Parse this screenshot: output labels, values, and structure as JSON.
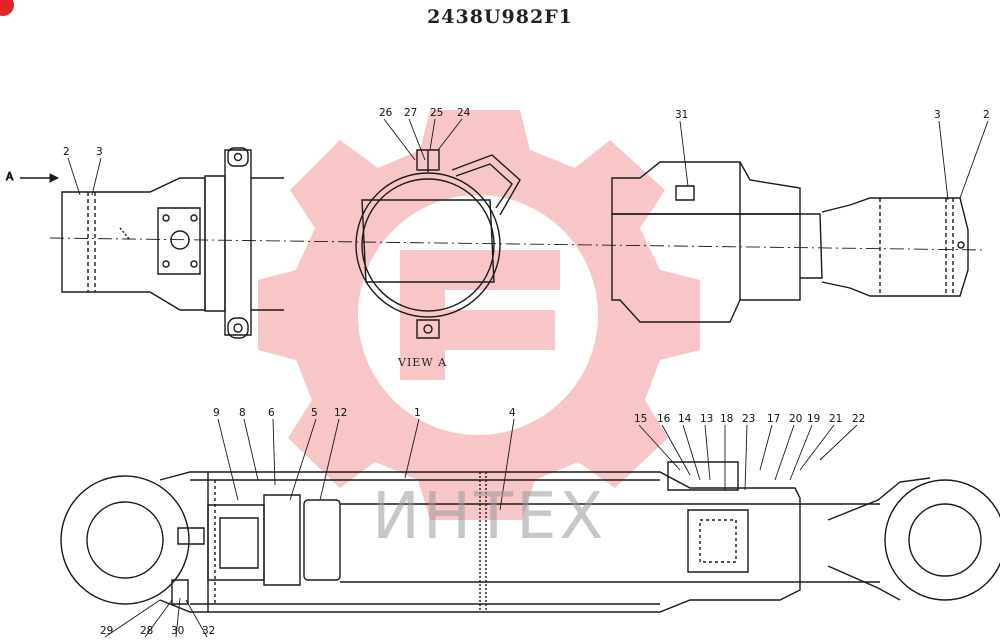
{
  "title": "2438U982F1",
  "view_label": "VIEW A",
  "watermark_text": "ИНТЕХ",
  "arrow_label": "A",
  "colors": {
    "line": "#1a1a1a",
    "watermark": "#f3a3a6",
    "badge": "#e52228"
  },
  "callouts_top": [
    "2",
    "3",
    "26",
    "27",
    "25",
    "24",
    "31",
    "3",
    "2"
  ],
  "callouts_bottom_top": [
    "9",
    "8",
    "6",
    "5",
    "12",
    "1",
    "4",
    "15",
    "16",
    "14",
    "13",
    "18",
    "23",
    "17",
    "20",
    "19",
    "21",
    "22"
  ],
  "callouts_bottom_low": [
    "29",
    "28",
    "30",
    "32"
  ]
}
